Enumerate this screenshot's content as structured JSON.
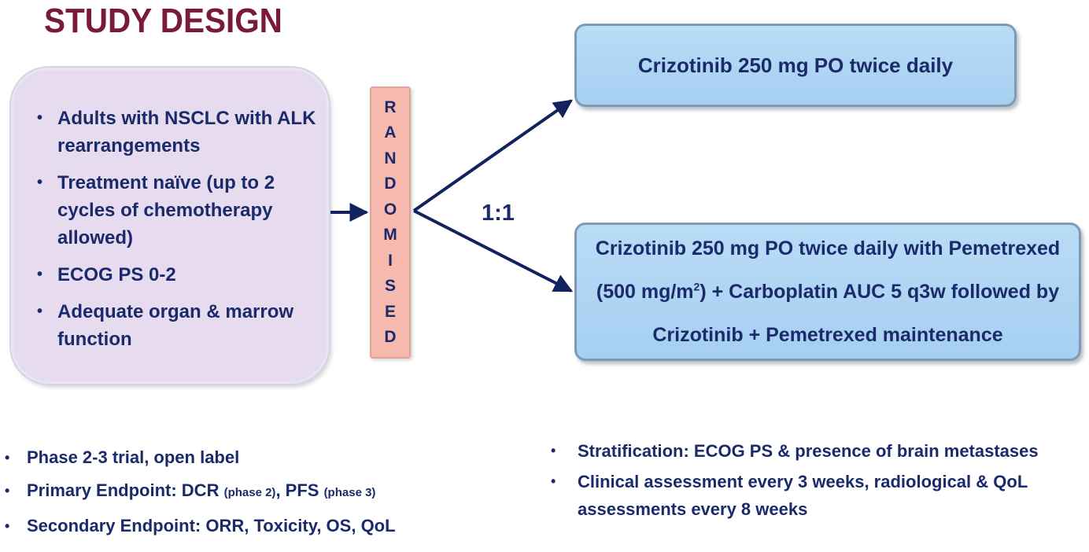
{
  "title": "STUDY DESIGN",
  "eligibility": {
    "items": [
      "Adults with NSCLC with ALK rearrangements",
      "Treatment naïve (up to 2 cycles of chemotherapy allowed)",
      "ECOG PS 0-2",
      "Adequate organ & marrow function"
    ]
  },
  "randomised": [
    "R",
    "A",
    "N",
    "D",
    "O",
    "M",
    "I",
    "S",
    "E",
    "D"
  ],
  "ratio": "1:1",
  "arms": {
    "arm1": "Crizotinib 250 mg PO twice daily",
    "arm2": {
      "line1": "Crizotinib 250 mg PO twice daily with Pemetrexed",
      "line2_a": "(500 mg/m",
      "line2_sup": "2",
      "line2_b": ") + Carboplatin AUC 5 q3w followed by",
      "line3": "Crizotinib + Pemetrexed maintenance"
    }
  },
  "notes_left": {
    "n1": "Phase 2-3 trial, open label",
    "n2_a": "Primary Endpoint: DCR ",
    "n2_b": "(phase 2)",
    "n2_c": ", PFS ",
    "n2_d": "(phase 3)",
    "n3": "Secondary Endpoint: ORR, Toxicity, OS, QoL"
  },
  "notes_right": [
    "Stratification: ECOG PS & presence of brain metastases",
    "Clinical assessment every 3 weeks, radiological & QoL assessments every 8 weeks"
  ],
  "colors": {
    "title": "#7a1a3a",
    "text": "#1a2a6b",
    "eligibility_fill": "#e6dbef",
    "randomised_fill": "#f6b9ae",
    "arm_fill": "#b9dcf7"
  }
}
